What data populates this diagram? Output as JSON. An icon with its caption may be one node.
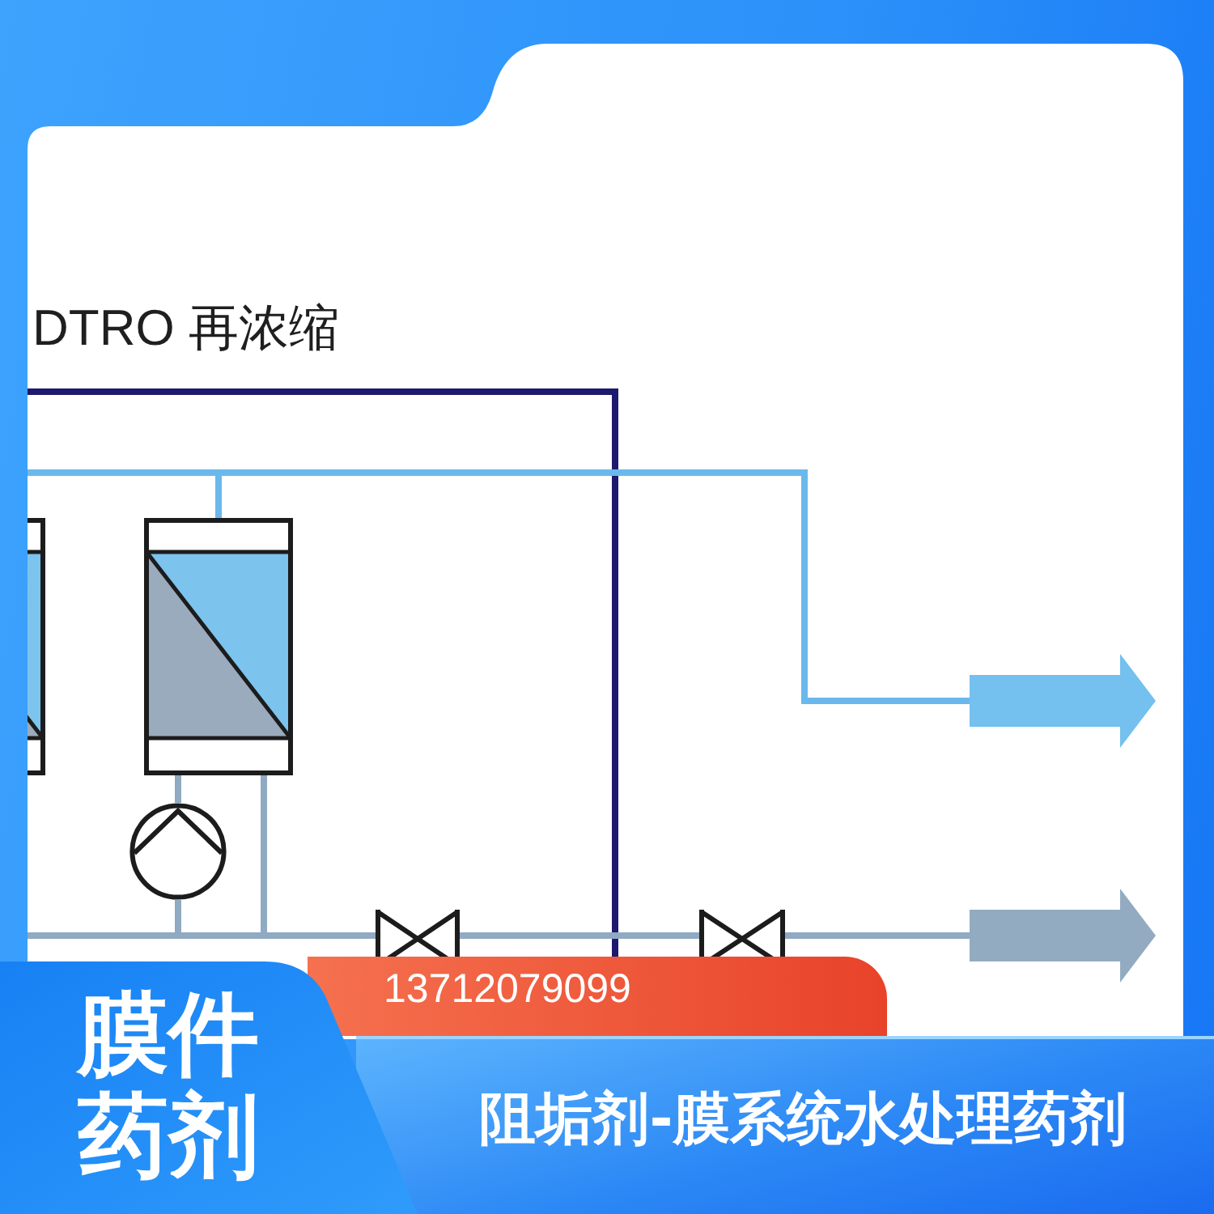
{
  "diagram": {
    "nodes": [
      {
        "text": [],
        "shape": "box"
      },
      {
        "text": [],
        "shape": "box"
      },
      {
        "text": [],
        "shape": "circle"
      },
      {
        "text": [],
        "shape": "valve"
      },
      {
        "text": [],
        "shape": "valve"
      },
      {
        "text": [],
        "shape": "arrow"
      },
      {
        "text": [],
        "shape": "arrow"
      },
      {
        "text": [
          "膜件药剂"
        ]
      },
      {
        "text": [
          "13712079099"
        ]
      },
      {
        "text": [
          "阻垢剂-膜系统水处理药剂"
        ]
      }
    ],
    "edges": [
      {
        "from": null,
        "to": 5,
        "arrow": "none",
        "color": "#6ab9ec"
      },
      {
        "from": 1,
        "to": 5,
        "arrow": "none",
        "color": "#6ab9ec"
      },
      {
        "from": 1,
        "to": 2,
        "arrow": "none"
      },
      {
        "from": 2,
        "to": 3,
        "arrow": "none"
      },
      {
        "from": 1,
        "to": 3,
        "arrow": "none"
      },
      {
        "from": null,
        "to": 3,
        "arrow": "none"
      },
      {
        "from": 3,
        "to": 4,
        "arrow": "none"
      },
      {
        "from": 4,
        "to": 6,
        "arrow": "none"
      }
    ],
    "labels": [
      "DTRO 再浓缩"
    ]
  }
}
